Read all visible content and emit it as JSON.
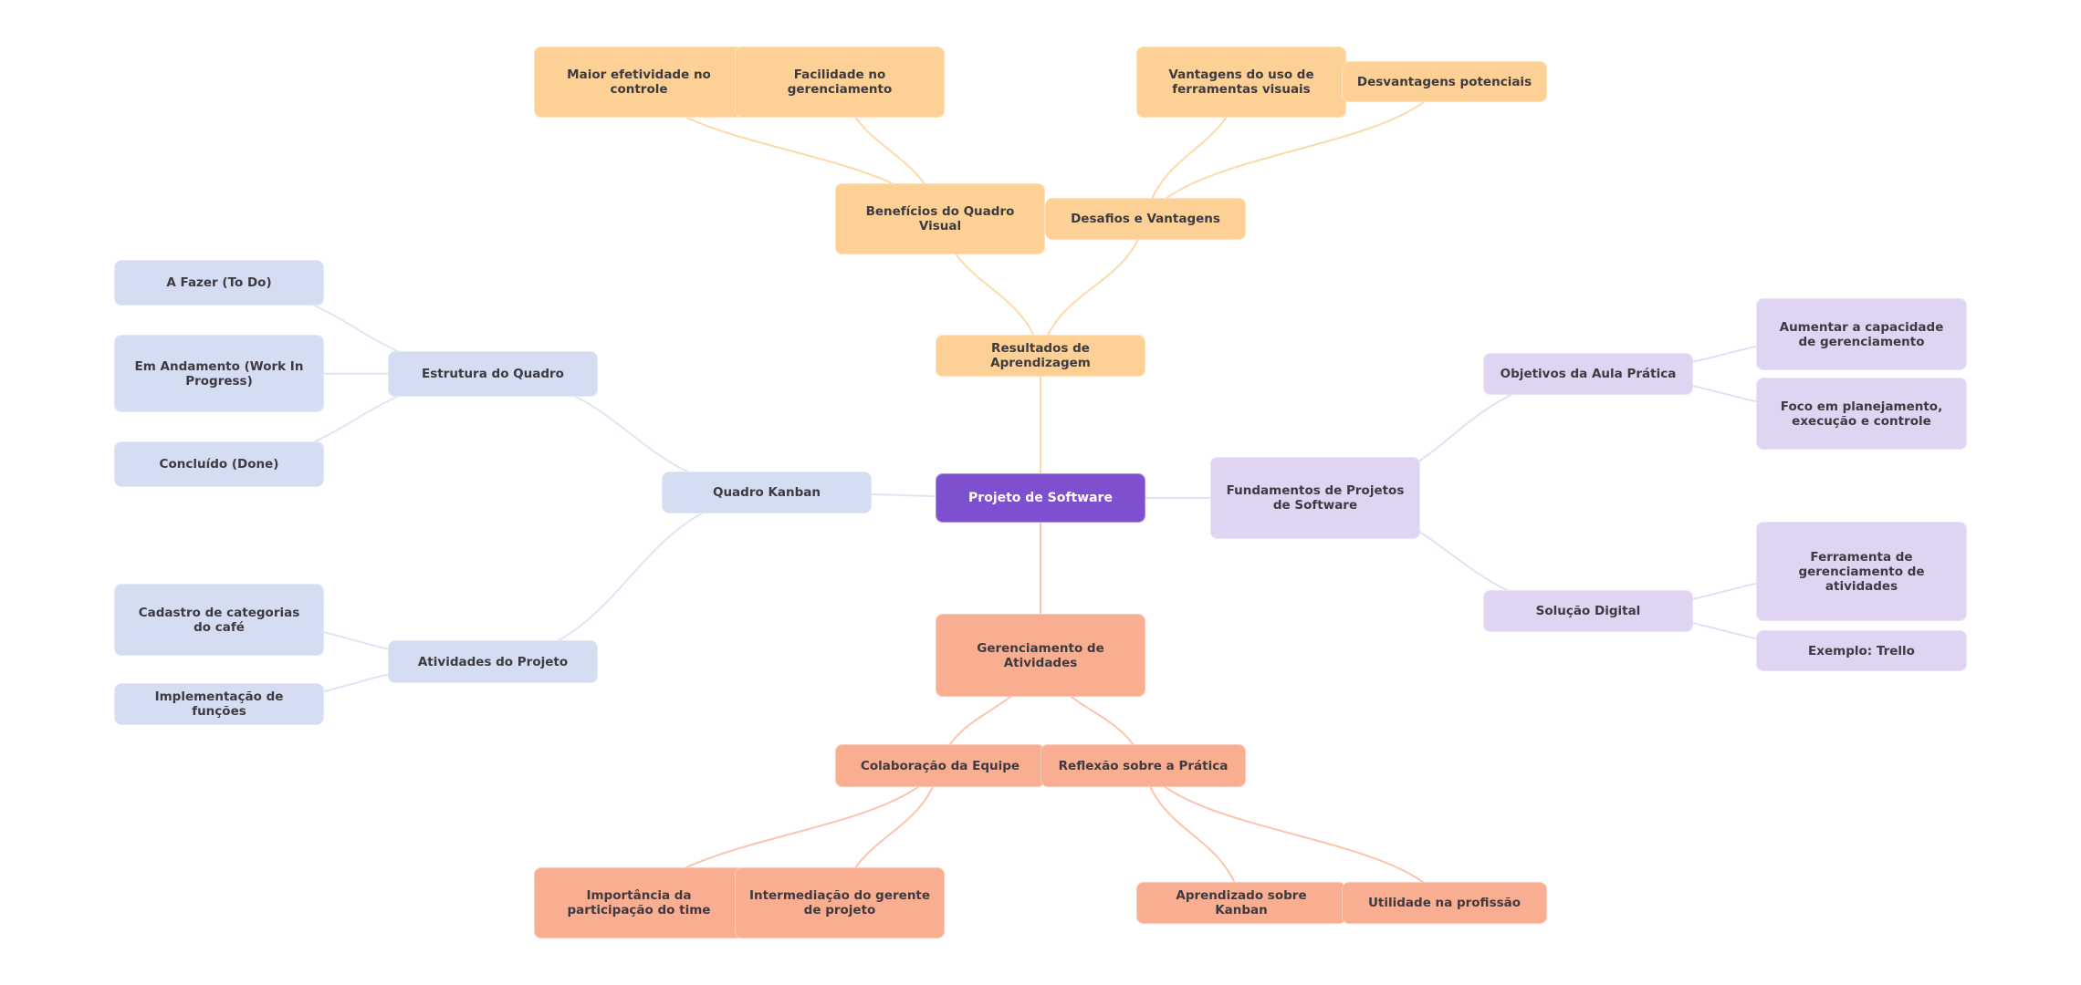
{
  "title": "Projeto de Software",
  "colors": {
    "root": "#7e4fcf",
    "branch_top": "#fdd196",
    "branch_top_edge": "#fddaa9",
    "branch_bottom": "#faae91",
    "branch_bottom_edge": "#fbc4ae",
    "branch_left": "#d5ddf2",
    "branch_left_edge": "#dfe5f5",
    "branch_right": "#dfd4f2",
    "branch_right_edge": "#e6def5",
    "text": "#3d3a40",
    "root_text": "#ffffff"
  },
  "mindmap": {
    "root": {
      "id": "root",
      "label": "Projeto de Software"
    },
    "branches": [
      {
        "id": "resultados",
        "label": "Resultados de Aprendizagem",
        "color_key": "top",
        "children": [
          {
            "id": "beneficios",
            "label": "Benefícios do Quadro Visual",
            "children": [
              {
                "id": "maior",
                "label": "Maior efetividade no controle"
              },
              {
                "id": "facilidade",
                "label": "Facilidade no gerenciamento"
              }
            ]
          },
          {
            "id": "desafios",
            "label": "Desafios e Vantagens",
            "children": [
              {
                "id": "vantagens",
                "label": "Vantagens do uso de ferramentas visuais"
              },
              {
                "id": "desvantagens",
                "label": "Desvantagens potenciais"
              }
            ]
          }
        ]
      },
      {
        "id": "gerenciamento",
        "label": "Gerenciamento de Atividades",
        "color_key": "bottom",
        "children": [
          {
            "id": "colaboracao",
            "label": "Colaboração da Equipe",
            "children": [
              {
                "id": "importancia",
                "label": "Importância da participação do time"
              },
              {
                "id": "intermediacao",
                "label": "Intermediação do gerente de projeto"
              }
            ]
          },
          {
            "id": "reflexao",
            "label": "Reflexão sobre a Prática",
            "children": [
              {
                "id": "aprendizado",
                "label": "Aprendizado sobre Kanban"
              },
              {
                "id": "utilidade",
                "label": "Utilidade na profissão"
              }
            ]
          }
        ]
      },
      {
        "id": "quadro",
        "label": "Quadro Kanban",
        "color_key": "left",
        "children": [
          {
            "id": "estrutura",
            "label": "Estrutura do Quadro",
            "children": [
              {
                "id": "afazer",
                "label": "A Fazer (To Do)"
              },
              {
                "id": "emandamento",
                "label": "Em Andamento (Work In Progress)"
              },
              {
                "id": "concluido",
                "label": "Concluído (Done)"
              }
            ]
          },
          {
            "id": "atividades",
            "label": "Atividades do Projeto",
            "children": [
              {
                "id": "cadastro",
                "label": "Cadastro de categorias do café"
              },
              {
                "id": "implementacao",
                "label": "Implementação de funções"
              }
            ]
          }
        ]
      },
      {
        "id": "fundamentos",
        "label": "Fundamentos de Projetos de Software",
        "color_key": "right",
        "children": [
          {
            "id": "objetivos",
            "label": "Objetivos da Aula Prática",
            "children": [
              {
                "id": "aumentar",
                "label": "Aumentar a capacidade de gerenciamento"
              },
              {
                "id": "foco",
                "label": "Foco em planejamento, execução e controle"
              }
            ]
          },
          {
            "id": "solucao",
            "label": "Solução Digital",
            "children": [
              {
                "id": "ferramenta",
                "label": "Ferramenta de gerenciamento de atividades"
              },
              {
                "id": "exemplo",
                "label": "Exemplo: Trello"
              }
            ]
          }
        ]
      }
    ]
  }
}
